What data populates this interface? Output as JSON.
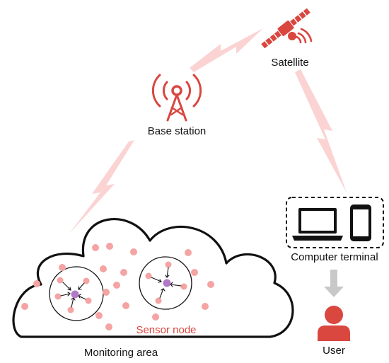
{
  "labels": {
    "satellite": "Satellite",
    "base_station": "Base station",
    "computer_terminal": "Computer terminal",
    "sensor_node": "Sensor node",
    "monitoring_area": "Monitoring area",
    "user": "User"
  },
  "icons": {
    "satellite": "satellite-icon",
    "base_station": "radio-tower-icon",
    "laptop": "laptop-icon",
    "phone": "smartphone-icon",
    "user": "user-icon",
    "arrow": "down-arrow-icon"
  },
  "colors": {
    "accent_red": "#d9473f",
    "sensor_pink": "#f5a3a3",
    "cluster_head_purple": "#b07ac6",
    "signal_pink": "#fbd3d3",
    "arrow_gray": "#c8c8c8",
    "outline": "#111111"
  }
}
